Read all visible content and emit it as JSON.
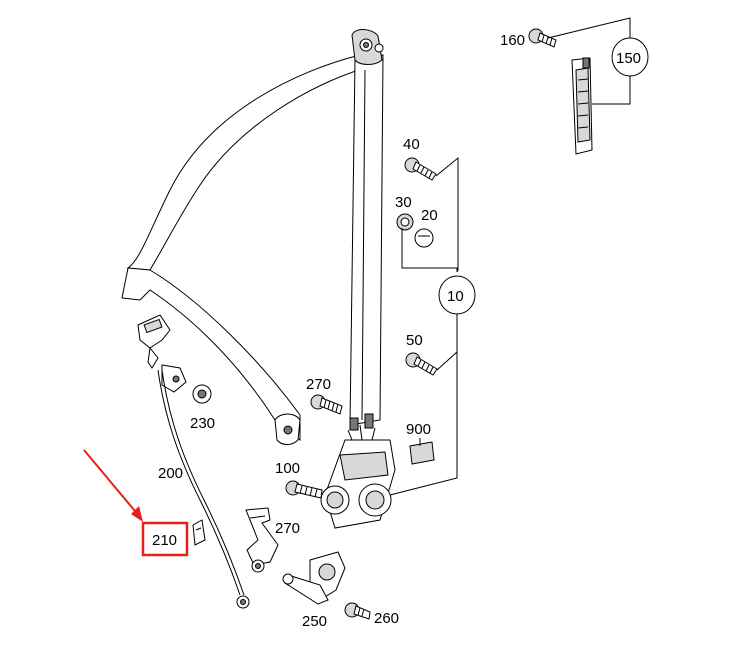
{
  "callouts": {
    "c10": "10",
    "c20": "20",
    "c30": "30",
    "c40": "40",
    "c50": "50",
    "c100": "100",
    "c150": "150",
    "c160": "160",
    "c200": "200",
    "c210": "210",
    "c230": "230",
    "c250": "250",
    "c260": "260",
    "c270a": "270",
    "c270b": "270",
    "c900": "900"
  },
  "highlight": {
    "target": "210",
    "color": "#e8201c"
  }
}
